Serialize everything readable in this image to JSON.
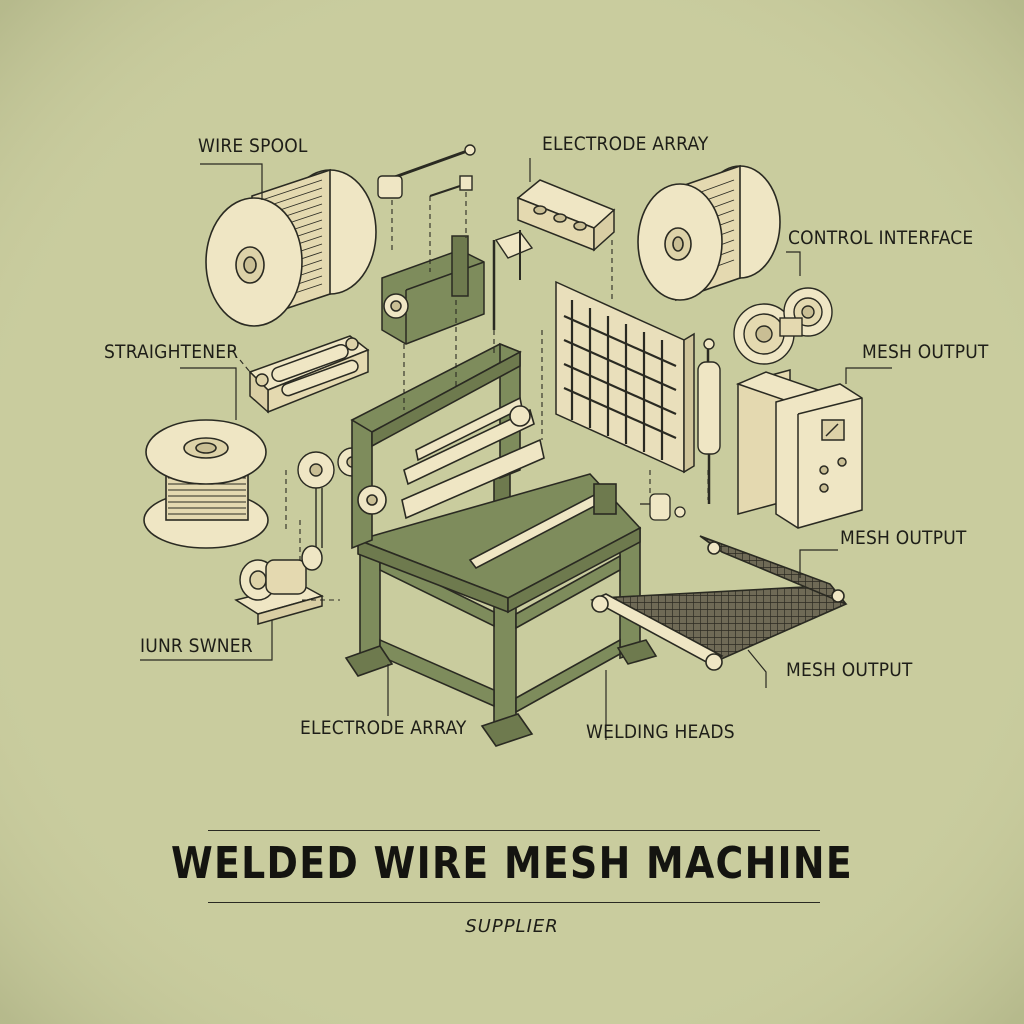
{
  "colors": {
    "background": "#c9cc9e",
    "frame_green": "#7e8c5c",
    "part_cream": "#efe6c4",
    "ink": "#2a2a22"
  },
  "diagram": {
    "title": "WELDED WIRE MESH MACHINE",
    "subtitle": "SUPPLIER",
    "labels": {
      "wire_spool": "WIRE SPOOL",
      "electrode_array_top": "ELECTRODE ARRAY",
      "control_interface": "CONTROL INTERFACE",
      "straightener": "STRAIGHTENER",
      "mesh_output_1": "MESH OUTPUT",
      "mesh_output_2": "MESH OUTPUT",
      "mesh_output_3": "MESH OUTPUT",
      "hunr_swner": "IUNR SWNER",
      "electrode_array_bottom": "ELECTRODE ARRAY",
      "welding_heads": "WELDING HEADS"
    },
    "icons": [
      "wire-spool-icon",
      "gear-icon",
      "electrode-block-icon",
      "control-box-icon",
      "conveyor-icon",
      "machine-frame-icon"
    ]
  }
}
